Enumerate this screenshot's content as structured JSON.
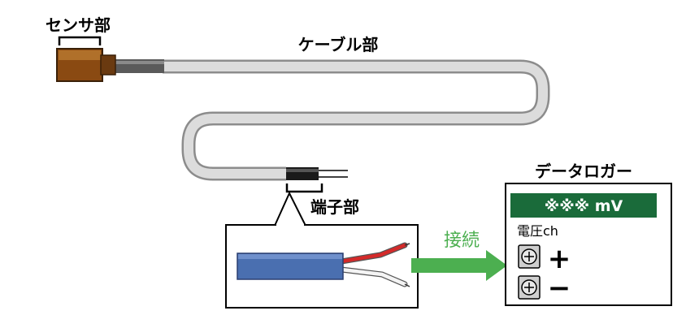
{
  "labels": {
    "sensor": "センサ部",
    "cable": "ケーブル部",
    "terminal": "端子部",
    "logger": "データロガー",
    "connect": "接続"
  },
  "logger": {
    "display": "※※※ mV",
    "channel": "電圧ch",
    "plus": "+",
    "minus": "−"
  },
  "colors": {
    "display_bg": "#1a6b3a",
    "display_text": "#ffffff",
    "arrow": "#4caf50",
    "cable_fill": "#d9d9d9",
    "cable_stroke": "#8c8c8c",
    "sensor_body": "#8a4a12",
    "cable_sleeve": "#4a6fb0",
    "red_wire": "#d42a2a"
  }
}
